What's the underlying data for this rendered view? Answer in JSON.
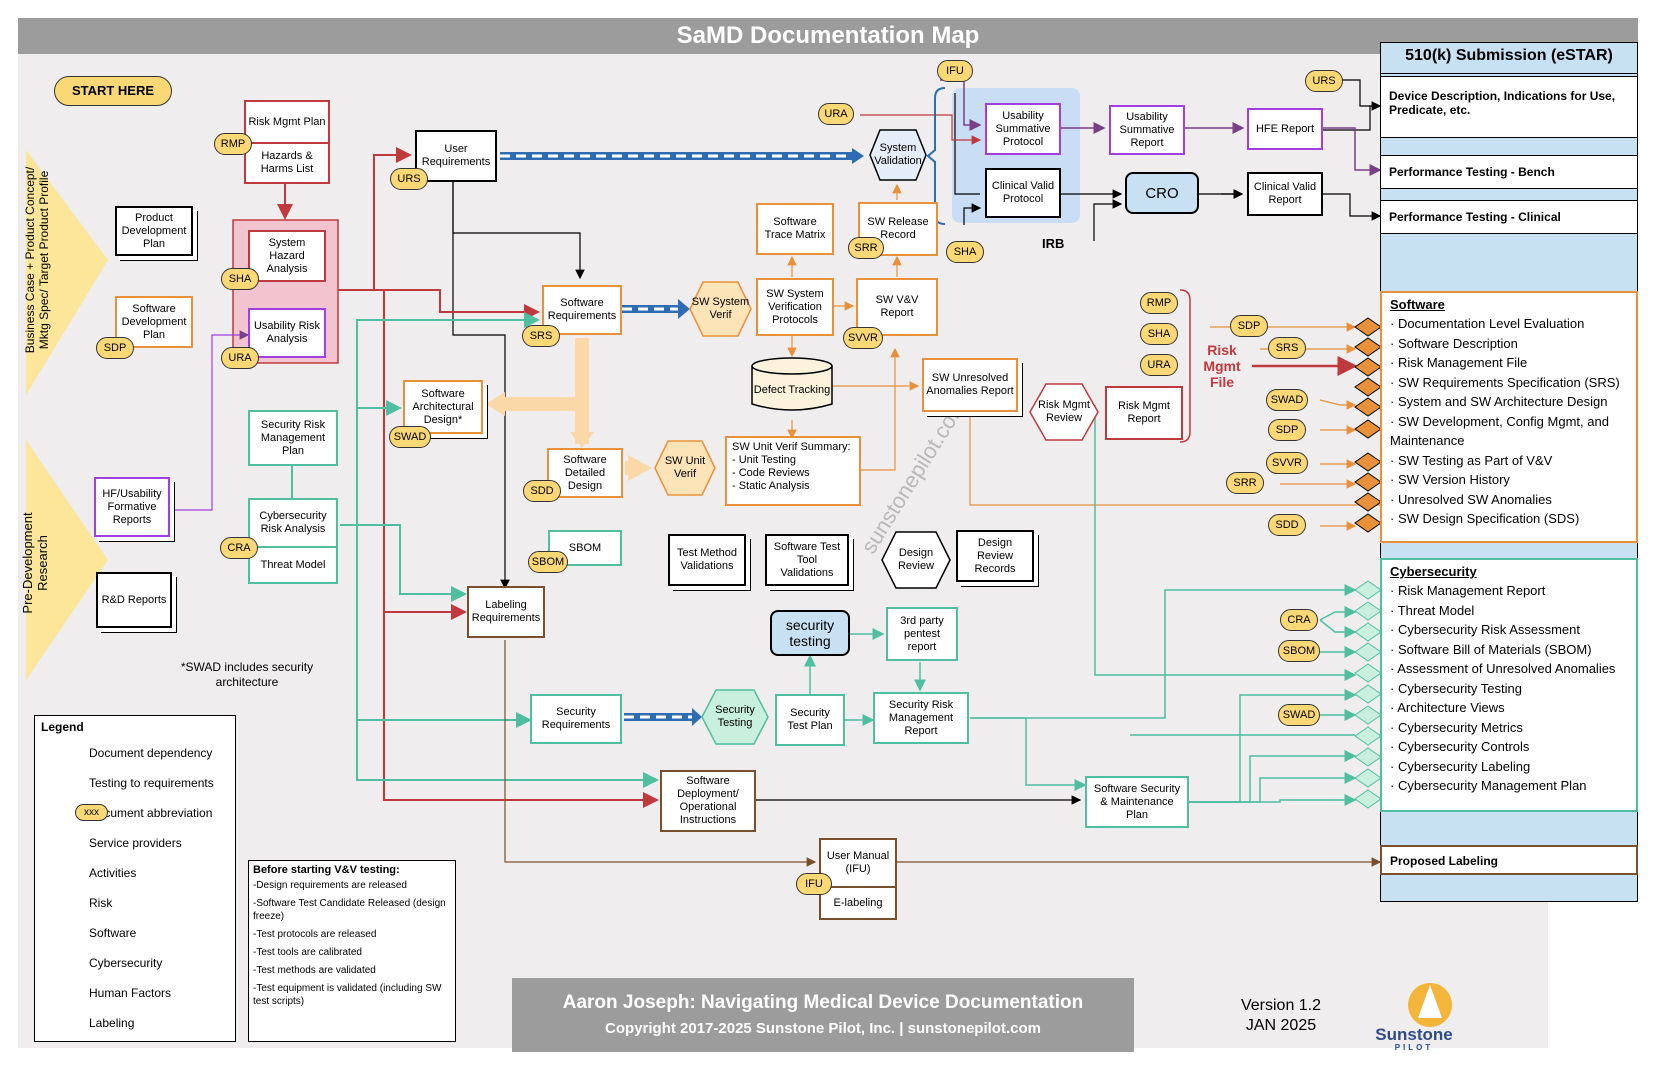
{
  "title": "SaMD Documentation Map",
  "start": "START HERE",
  "side": {
    "business": "Business Case + Product Concept/ Mktg Spec/ Target Product Profile",
    "predev": "Pre-Development Research"
  },
  "boxes": {
    "pdp": "Product Development Plan",
    "sdp_box": "Software Development Plan",
    "rmp": "Risk Mgmt Plan",
    "hazards": "Hazards & Harms List",
    "sha": "System Hazard Analysis",
    "ura": "Usability Risk Analysis",
    "user_req": "User Requirements",
    "sw_req": "Software Requirements",
    "swad": "Software Architectural Design*",
    "sdd": "Software Detailed Design",
    "sbom": "SBOM",
    "trace": "Software Trace Matrix",
    "sw_sys_vp": "SW System Verification Protocols",
    "defect": "Defect Tracking",
    "sw_unit_summary": "SW Unit Verif Summary:\n- Unit Testing\n- Code Reviews\n- Static Analysis",
    "sw_release": "SW Release Record",
    "sw_vv": "SW V&V Report",
    "sw_unresolved": "SW Unresolved Anomalies Report",
    "usab_summ_prot": "Usability Summative Protocol",
    "usab_summ_rep": "Usability Summative Report",
    "hfe": "HFE Report",
    "clin_prot": "Clinical Valid Protocol",
    "cro": "CRO",
    "clin_rep": "Clinical Valid Report",
    "sec_rmp": "Security Risk Management Plan",
    "cyber_ra": "Cybersecurity Risk Analysis",
    "threat": "Threat Model",
    "hf_form": "HF/Usability Formative Reports",
    "rd": "R&D Reports",
    "labeling": "Labeling Requirements",
    "test_method": "Test Method Validations",
    "test_tool": "Software Test Tool Validations",
    "design_rec": "Design Review Records",
    "sec_testing": "security testing",
    "pentest": "3rd party pentest report",
    "sec_req": "Security Requirements",
    "sec_plan": "Security Test Plan",
    "sec_rmr": "Security Risk Management Report",
    "deploy": "Software Deployment/ Operational Instructions",
    "maint": "Software Security & Maintenance Plan",
    "manual": "User Manual (IFU)",
    "elabel": "E-labeling",
    "rm_report": "Risk Mgmt Report"
  },
  "hexes": {
    "sys_val": "System Validation",
    "sw_sys_verif": "SW System Verif",
    "sw_unit_verif": "SW Unit Verif",
    "design_review": "Design Review",
    "sec_testing_act": "Security Testing",
    "rm_review": "Risk Mgmt Review"
  },
  "pills": {
    "rmp": "RMP",
    "urs": "URS",
    "sha": "SHA",
    "ura": "URA",
    "sdp": "SDP",
    "srs": "SRS",
    "swad": "SWAD",
    "sdd": "SDD",
    "sbom": "SBOM",
    "cra": "CRA",
    "srr": "SRR",
    "svvr": "SVVR",
    "ifu": "IFU",
    "ura2": "URA",
    "sha2": "SHA",
    "ifu2": "IFU",
    "rf_rmp": "RMP",
    "rf_sha": "SHA",
    "rf_ura": "URA",
    "ur_urs": "URS",
    "s_sdp": "SDP",
    "s_srs": "SRS",
    "s_swad": "SWAD",
    "s_sdp2": "SDP",
    "s_svvr": "SVVR",
    "s_srr": "SRR",
    "s_sdd": "SDD",
    "c_cra": "CRA",
    "c_sbom": "SBOM",
    "c_swad": "SWAD"
  },
  "labels": {
    "irb": "IRB",
    "risk_file": "Risk Mgmt File",
    "swad_note": "*SWAD includes security architecture",
    "watermark": "sunstonepilot.com"
  },
  "estar": {
    "title": "510(k) Submission (eSTAR)",
    "device_desc": "Device Description, Indications for Use, Predicate, etc.",
    "bench": "Performance Testing - Bench",
    "clinical": "Performance Testing - Clinical",
    "labeling": "Proposed Labeling"
  },
  "software_list": {
    "header": "Software",
    "items": [
      "· Documentation Level Evaluation",
      "· Software Description",
      "· Risk Management File",
      "· SW Requirements Specification (SRS)",
      "· System and SW Architecture Design",
      "· SW Development, Config Mgmt, and Maintenance",
      "· SW Testing as Part of V&V",
      "· SW Version History",
      "· Unresolved SW Anomalies",
      "· SW Design Specification (SDS)"
    ]
  },
  "cyber_list": {
    "header": "Cybersecurity",
    "items": [
      "· Risk Management Report",
      "· Threat Model",
      "· Cybersecurity Risk Assessment",
      "· Software Bill of Materials (SBOM)",
      "· Assessment of Unresolved Anomalies",
      "· Cybersecurity Testing",
      "· Architecture Views",
      "· Cybersecurity Metrics",
      "· Cybersecurity Controls",
      "· Cybersecurity Labeling",
      "· Cybersecurity Management Plan"
    ]
  },
  "legend": {
    "title": "Legend",
    "items": [
      {
        "label": "Document dependency",
        "icon": "arrow"
      },
      {
        "label": "Testing to requirements",
        "icon": "dashed-arrow"
      },
      {
        "label": "Document abbreviation",
        "icon": "pill",
        "pill": "xxx"
      },
      {
        "label": "Service providers",
        "icon": "rounded-box"
      },
      {
        "label": "Activities",
        "icon": "hexagon"
      },
      {
        "label": "Risk",
        "icon": "swatch",
        "color": "#c0393f"
      },
      {
        "label": "Software",
        "icon": "swatch",
        "color": "#e8913a"
      },
      {
        "label": "Cybersecurity",
        "icon": "swatch",
        "color": "#4fbfa0"
      },
      {
        "label": "Human Factors",
        "icon": "swatch",
        "color": "#7b3f8a"
      },
      {
        "label": "Labeling",
        "icon": "swatch",
        "color": "#7a4f2c"
      }
    ]
  },
  "vv_checklist": {
    "title": "Before starting V&V testing:",
    "items": [
      "-Design requirements are released",
      "-Software Test Candidate Released (design freeze)",
      "-Test protocols are released",
      "-Test tools are calibrated",
      "-Test methods are validated",
      "-Test equipment is validated (including SW test scripts)"
    ]
  },
  "footer": {
    "line1": "Aaron Joseph:   Navigating Medical Device Documentation",
    "line2": "Copyright 2017-2025 Sunstone Pilot, Inc.    |    sunstonepilot.com",
    "version": "Version 1.2",
    "date": "JAN 2025",
    "logo_name": "Sunstone",
    "logo_sub": "PILOT"
  },
  "colors": {
    "risk": "#c0393f",
    "software": "#e8913a",
    "cyber": "#4fbfa0",
    "hf": "#a33ee0",
    "labeling": "#7a4f2c",
    "testing": "#2e6db4"
  }
}
